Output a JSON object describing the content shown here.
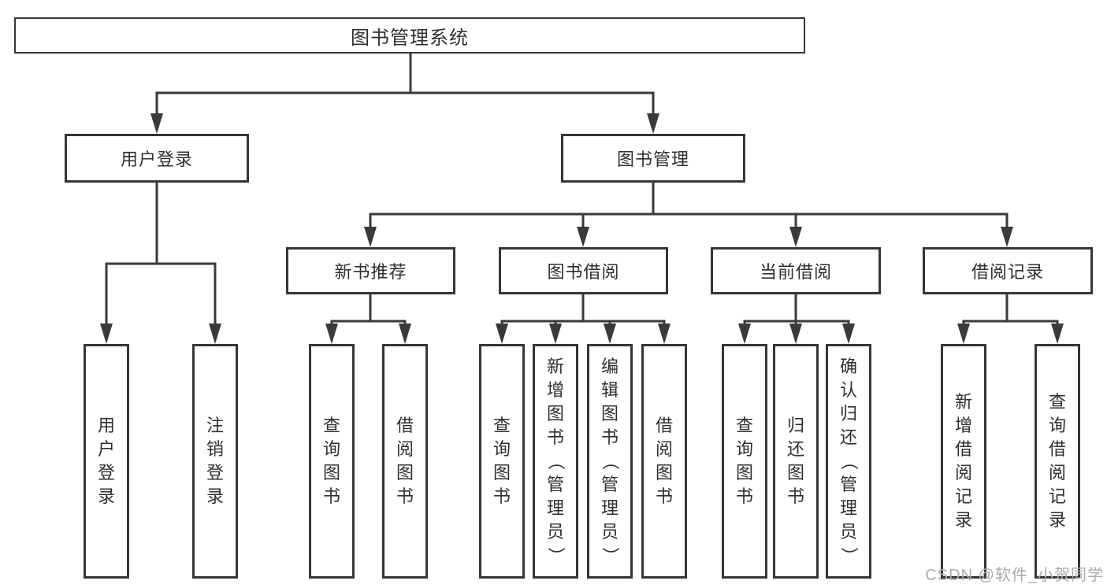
{
  "diagram": {
    "root": {
      "label": "图书管理系统"
    },
    "level2": [
      {
        "label": "用户登录"
      },
      {
        "label": "图书管理"
      }
    ],
    "level3": [
      {
        "label": "新书推荐"
      },
      {
        "label": "图书借阅"
      },
      {
        "label": "当前借阅"
      },
      {
        "label": "借阅记录"
      }
    ],
    "leaves": {
      "user_login": [
        "用户登录",
        "注销登录"
      ],
      "new_book_rec": [
        "查询图书",
        "借阅图书"
      ],
      "book_borrow": [
        "查询图书",
        "新增图书（管理员）",
        "编辑图书（管理员）",
        "借阅图书"
      ],
      "current_borrow": [
        "查询图书",
        "归还图书",
        "确认归还（管理员）"
      ],
      "borrow_record": [
        "新增借阅记录",
        "查询借阅记录"
      ]
    }
  },
  "watermark": {
    "text": "CSDN @软件_小贺同学"
  },
  "colors": {
    "line": "#3a3a3a",
    "box_border": "#363636",
    "box_fill": "#ffffff",
    "text": "#2f2f2f",
    "watermark": "#a9abb1",
    "background": "#ffffff"
  }
}
